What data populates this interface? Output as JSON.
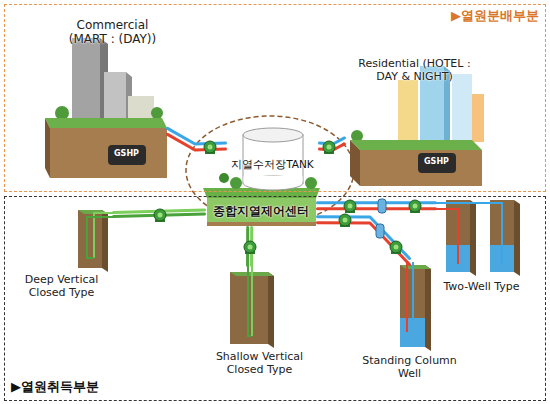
{
  "diagram": {
    "nodes": [
      {
        "text": [
          "▶열원분배부분"
        ]
      },
      {
        "text": [
          "Commercial (MART : (DAY))",
          "GSHP"
        ],
        "in": 0
      },
      {
        "text": [
          "Residential (HOTEL : DAY & NIGHT)",
          "GSHP"
        ],
        "in": 0
      },
      {
        "text": [
          "지열수저장TANK"
        ],
        "in": 0
      },
      {
        "text": [
          "▶열원취득부분"
        ]
      },
      {
        "text": [
          "종합지열제어센터"
        ],
        "in": 4
      },
      {
        "text": [
          "Deep Vertical Closed Type"
        ],
        "in": 4
      },
      {
        "text": [
          "Shallow Vertical Closed Type"
        ],
        "in": 4
      },
      {
        "text": [
          "Two-Well Type"
        ],
        "in": 4
      },
      {
        "text": [
          "Standing Column Well"
        ],
        "in": 4
      }
    ],
    "edges": [
      {
        "from": 3,
        "to": 1,
        "arrow": "none"
      },
      {
        "from": 3,
        "to": 2,
        "arrow": "none"
      },
      {
        "from": 5,
        "to": 6,
        "arrow": "none"
      },
      {
        "from": 5,
        "to": 7,
        "arrow": "none"
      },
      {
        "from": 5,
        "to": 8,
        "arrow": "none"
      },
      {
        "from": 5,
        "to": 9,
        "arrow": "none"
      }
    ]
  }
}
